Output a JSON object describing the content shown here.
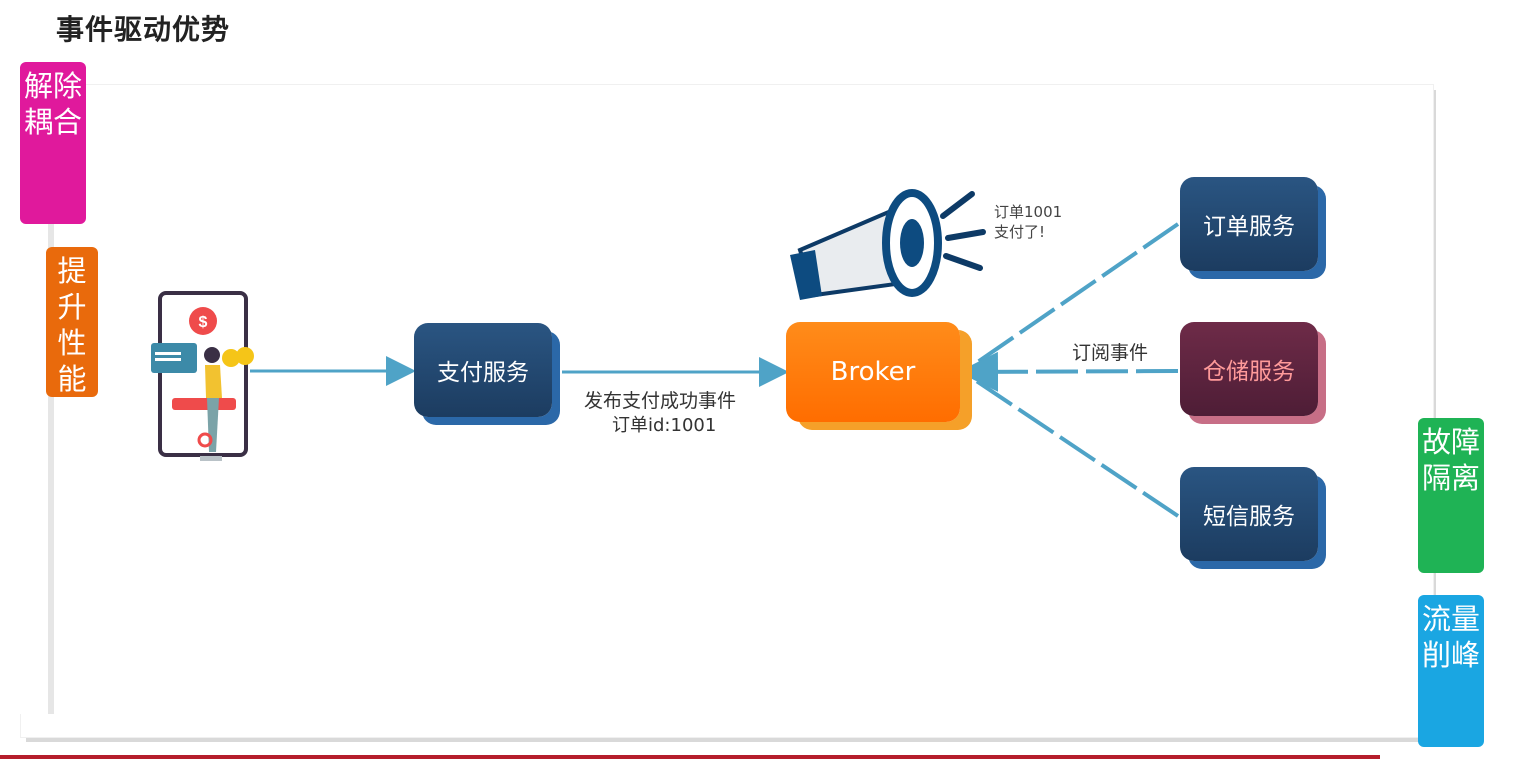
{
  "page": {
    "title": "事件驱动优势"
  },
  "tags": [
    {
      "id": "decoupling",
      "text": "解除耦合",
      "color": "#e0199c"
    },
    {
      "id": "performance",
      "text": "提升性能",
      "color": "#e96a0c"
    },
    {
      "id": "fault-isolation",
      "text": "故障隔离",
      "color": "#1fb355"
    },
    {
      "id": "peak-shaving",
      "text": "流量削峰",
      "color": "#1aa6e2"
    }
  ],
  "nodes": {
    "pay_service": "支付服务",
    "broker": "Broker",
    "order_service": "订单服务",
    "storage_service": "仓储服务",
    "sms_service": "短信服务"
  },
  "labels": {
    "publish_line1": "发布支付成功事件",
    "publish_line2": "订单id:1001",
    "subscribe": "订阅事件",
    "announcement_line1": "订单1001",
    "announcement_line2": "支付了!"
  },
  "icons": {
    "user": "phone-payment-user-icon",
    "announcement": "megaphone-icon"
  },
  "colors": {
    "arrow": "#4fa3c7",
    "broker": "#ff6d00",
    "service": "#1c3c60"
  }
}
